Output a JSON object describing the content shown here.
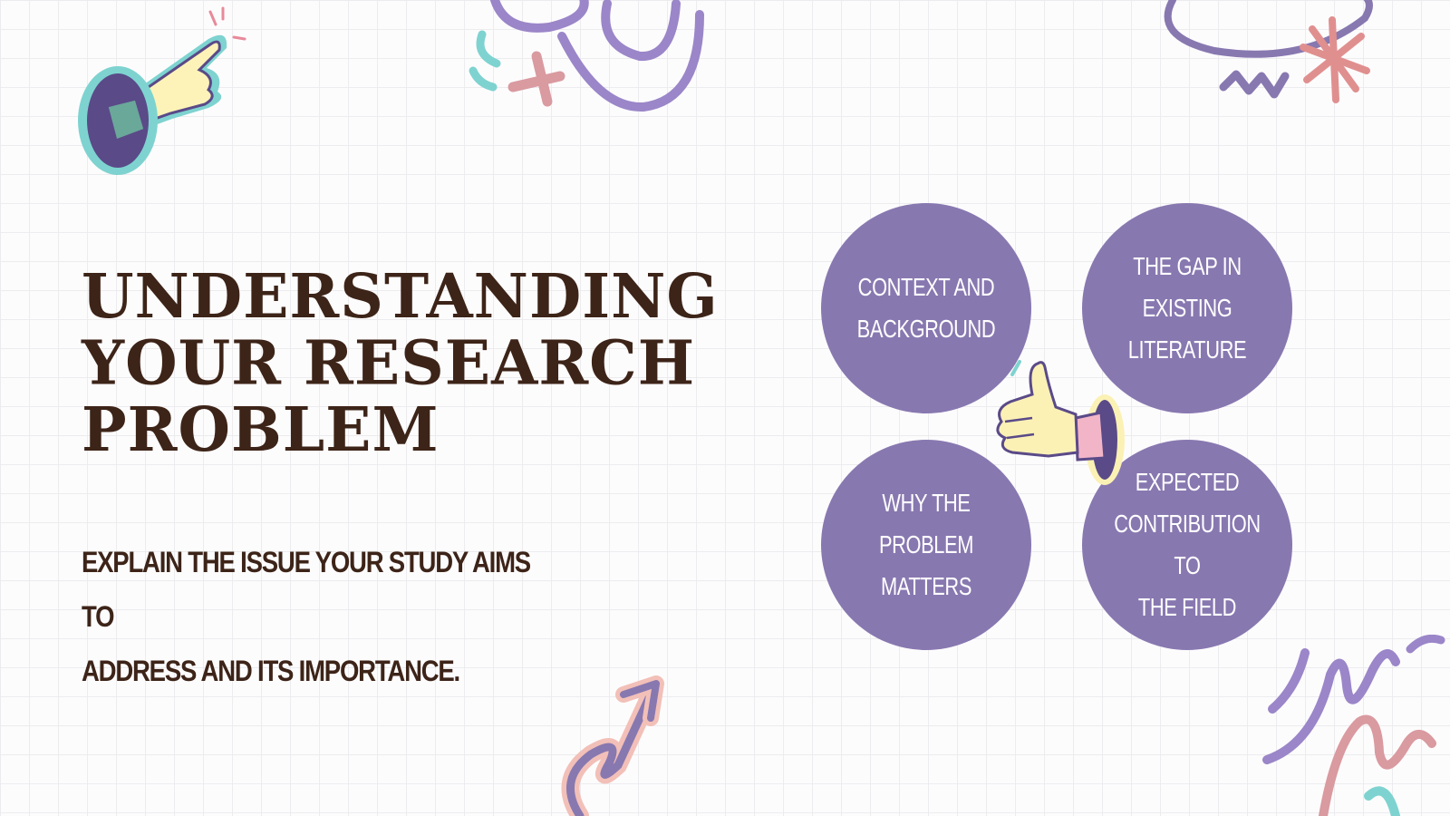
{
  "slide": {
    "title_lines": [
      "UNDERSTANDING",
      "YOUR RESEARCH",
      "PROBLEM"
    ],
    "subtitle_lines": [
      "EXPLAIN THE ISSUE YOUR STUDY AIMS TO",
      "ADDRESS AND ITS IMPORTANCE."
    ]
  },
  "circles": [
    {
      "lines": [
        "CONTEXT AND",
        "BACKGROUND"
      ]
    },
    {
      "lines": [
        "THE GAP IN",
        "EXISTING",
        "LITERATURE"
      ]
    },
    {
      "lines": [
        "WHY THE",
        "PROBLEM",
        "MATTERS"
      ]
    },
    {
      "lines": [
        "EXPECTED",
        "CONTRIBUTION TO",
        "THE FIELD"
      ]
    }
  ],
  "colors": {
    "background": "#fdfcfd",
    "title": "#3d2418",
    "circle": "#8878b0",
    "accent_purple": "#9a86c8",
    "accent_teal": "#7ed3d0",
    "accent_pink": "#d99aa0"
  },
  "decorations": {
    "top_left": "pointing-hand-icon",
    "center": "thumbs-up-icon",
    "bottom": "curly-arrow-icon",
    "top_center": "scribble-doodle",
    "top_right": "asterisk-doodle",
    "bottom_right": "squiggle-doodle"
  }
}
